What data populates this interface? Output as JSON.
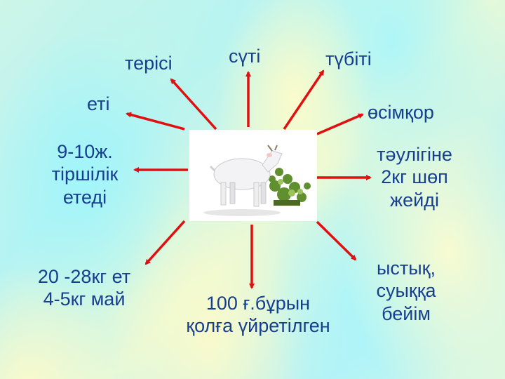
{
  "diagram": {
    "type": "radial-concept-map",
    "center": {
      "image": "white goat eating green bush",
      "icon": "goat-icon"
    },
    "colors": {
      "text": "#173f8f",
      "arrow": "#e01010",
      "center_bg": "#ffffff"
    },
    "labels": {
      "terisi": "терісі",
      "suti": "сүті",
      "tubiti": "түбіті",
      "eti": "еті",
      "osimkor": "өсімқор",
      "lifespan": [
        "9-10ж.",
        "тіршілік",
        "етеді"
      ],
      "daily_food": [
        "тәулігіне",
        "2кг шөп",
        "жейді"
      ],
      "meat_fat": [
        "20 -28кг ет",
        "4-5кг май"
      ],
      "domesticated": [
        "100 ғ.бұрын",
        "қолға үйретілген"
      ],
      "adaptable": [
        "ыстық,",
        "суыққа",
        "бейім"
      ]
    }
  }
}
